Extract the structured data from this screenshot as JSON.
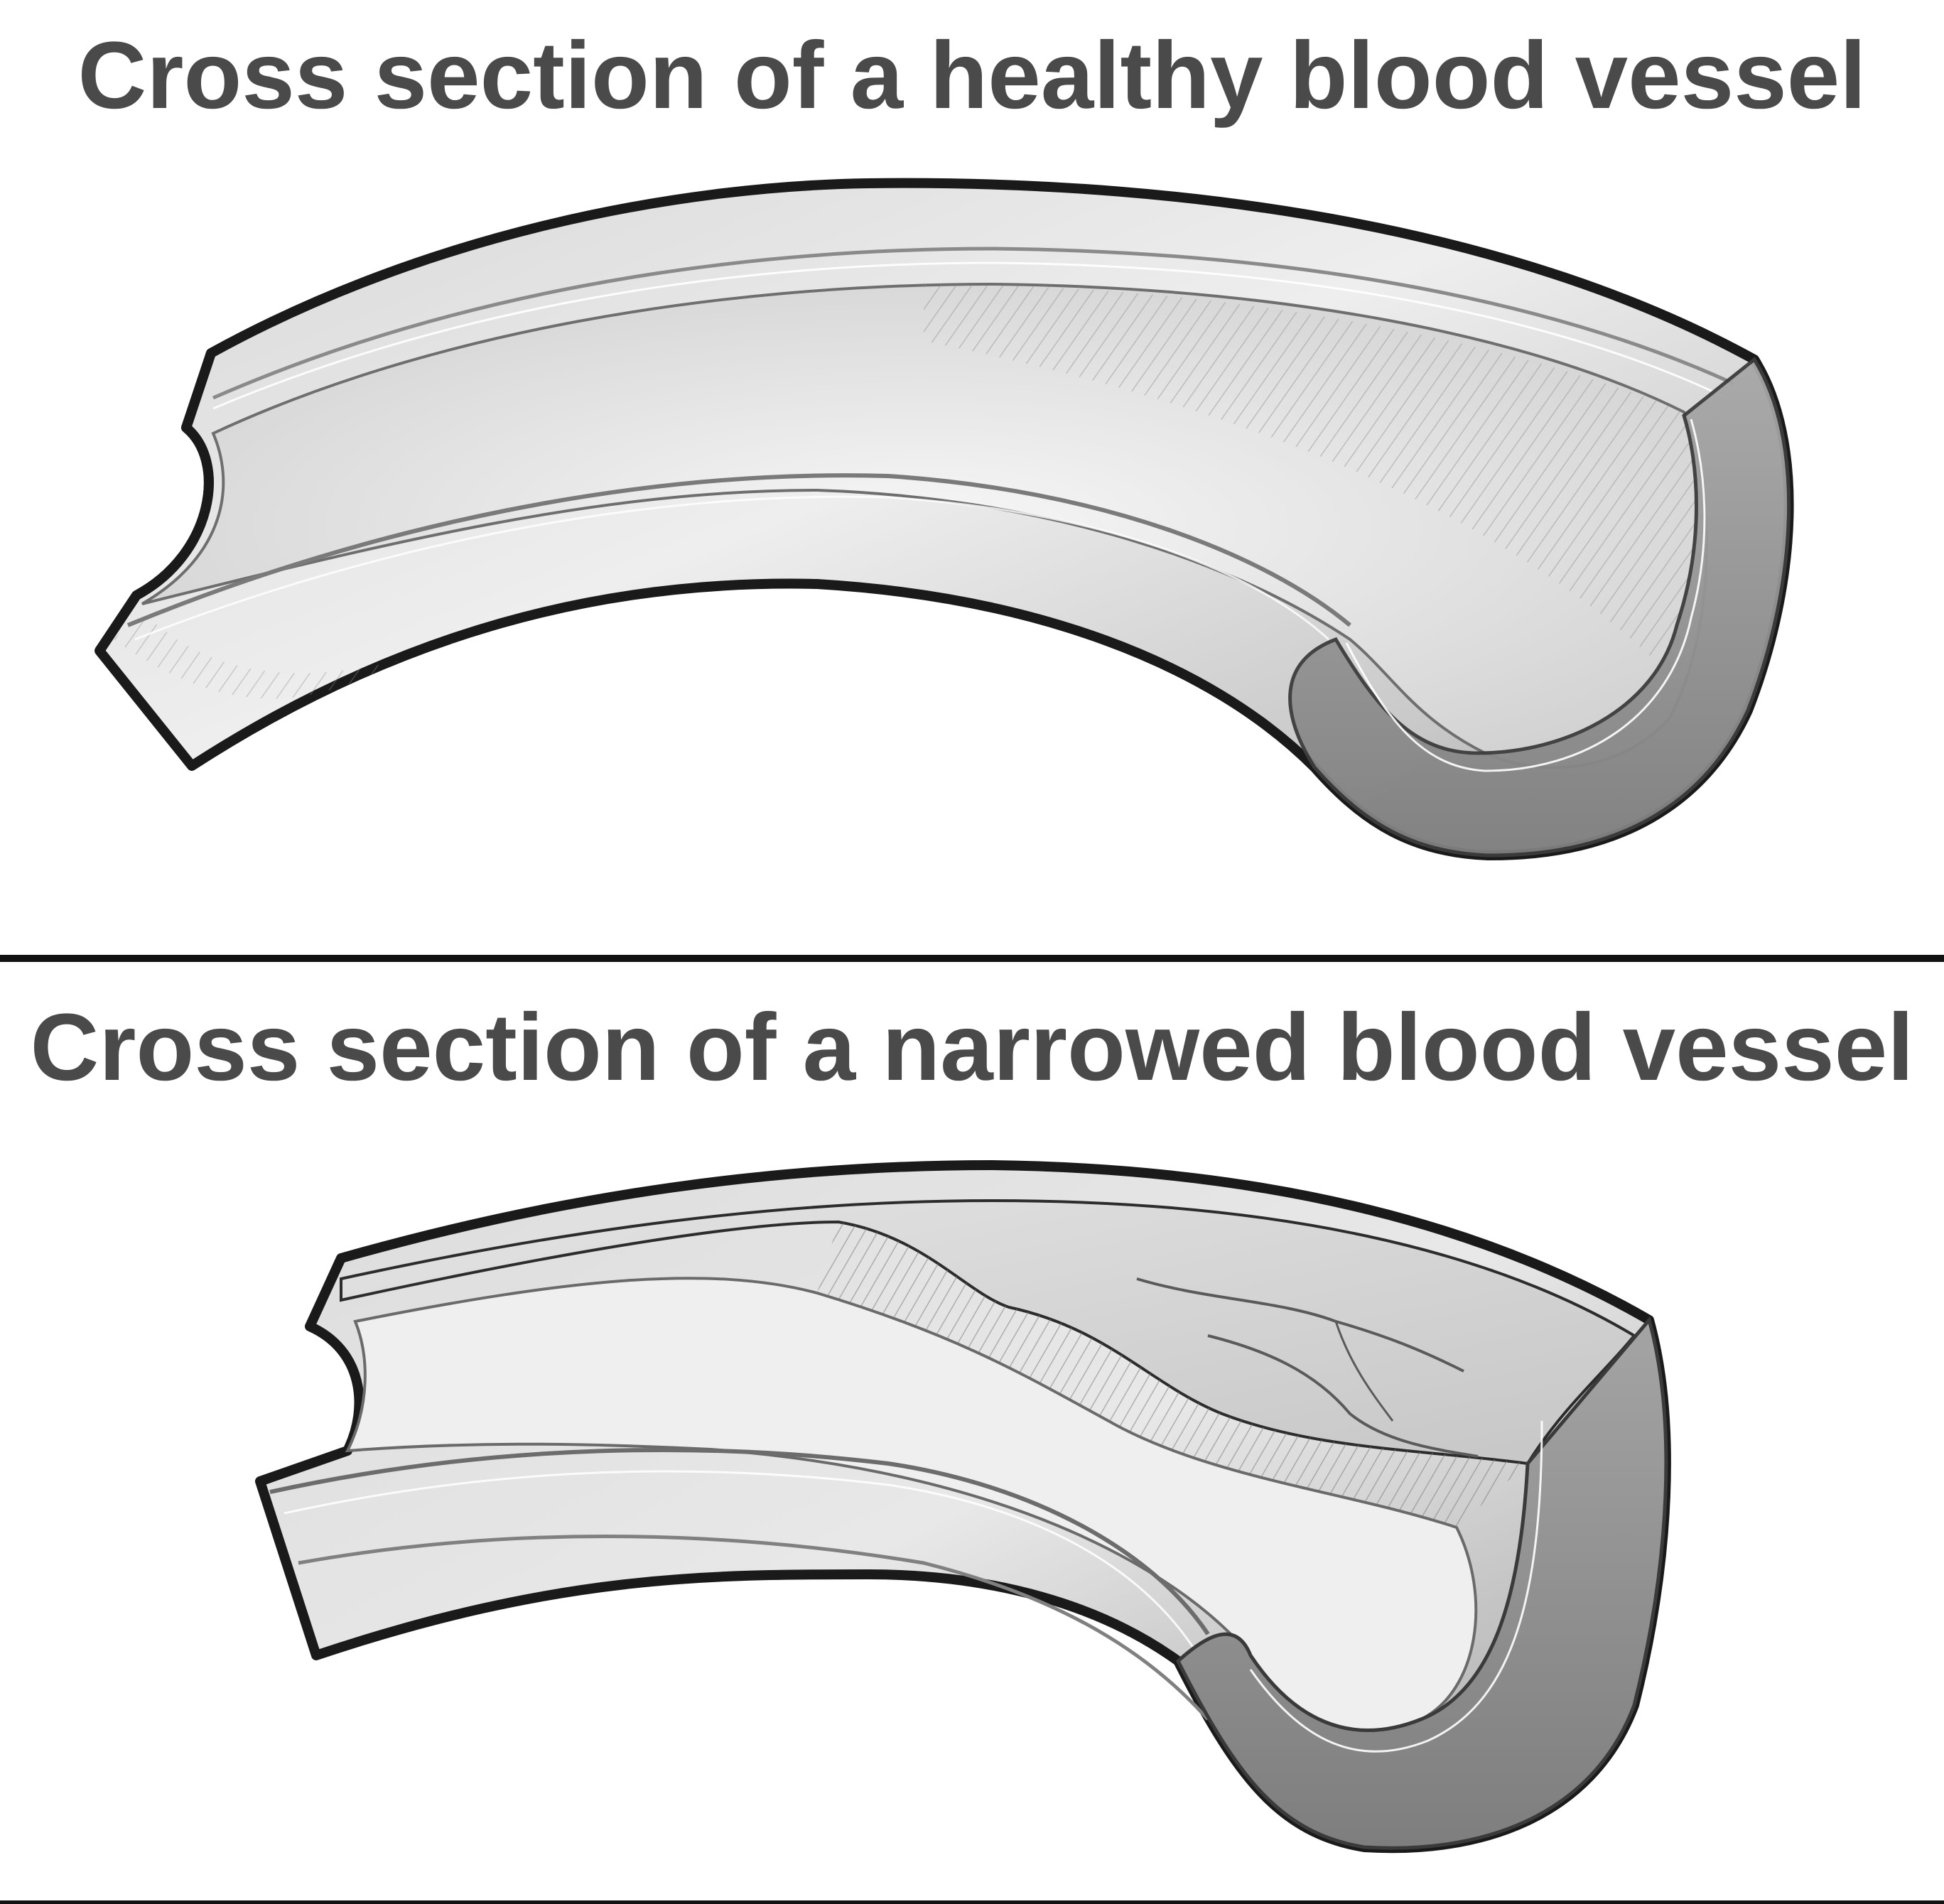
{
  "figure": {
    "panels": [
      {
        "title": "Cross section of a healthy blood vessel",
        "illustration": "healthy-vessel-cross-section",
        "state": "healthy",
        "lumen": "wide open channel"
      },
      {
        "title": "Cross section of a narrowed blood vessel",
        "illustration": "narrowed-vessel-cross-section",
        "state": "narrowed",
        "lumen": "constricted by plaque buildup"
      }
    ],
    "colors": {
      "title_text": "#4a4a4a",
      "outline": "#1a1a1a",
      "divider": "#111111",
      "vessel_light": "#e6e6e6",
      "vessel_mid": "#b4b4b4",
      "vessel_dark": "#7a7a7a",
      "background": "#ffffff"
    }
  }
}
